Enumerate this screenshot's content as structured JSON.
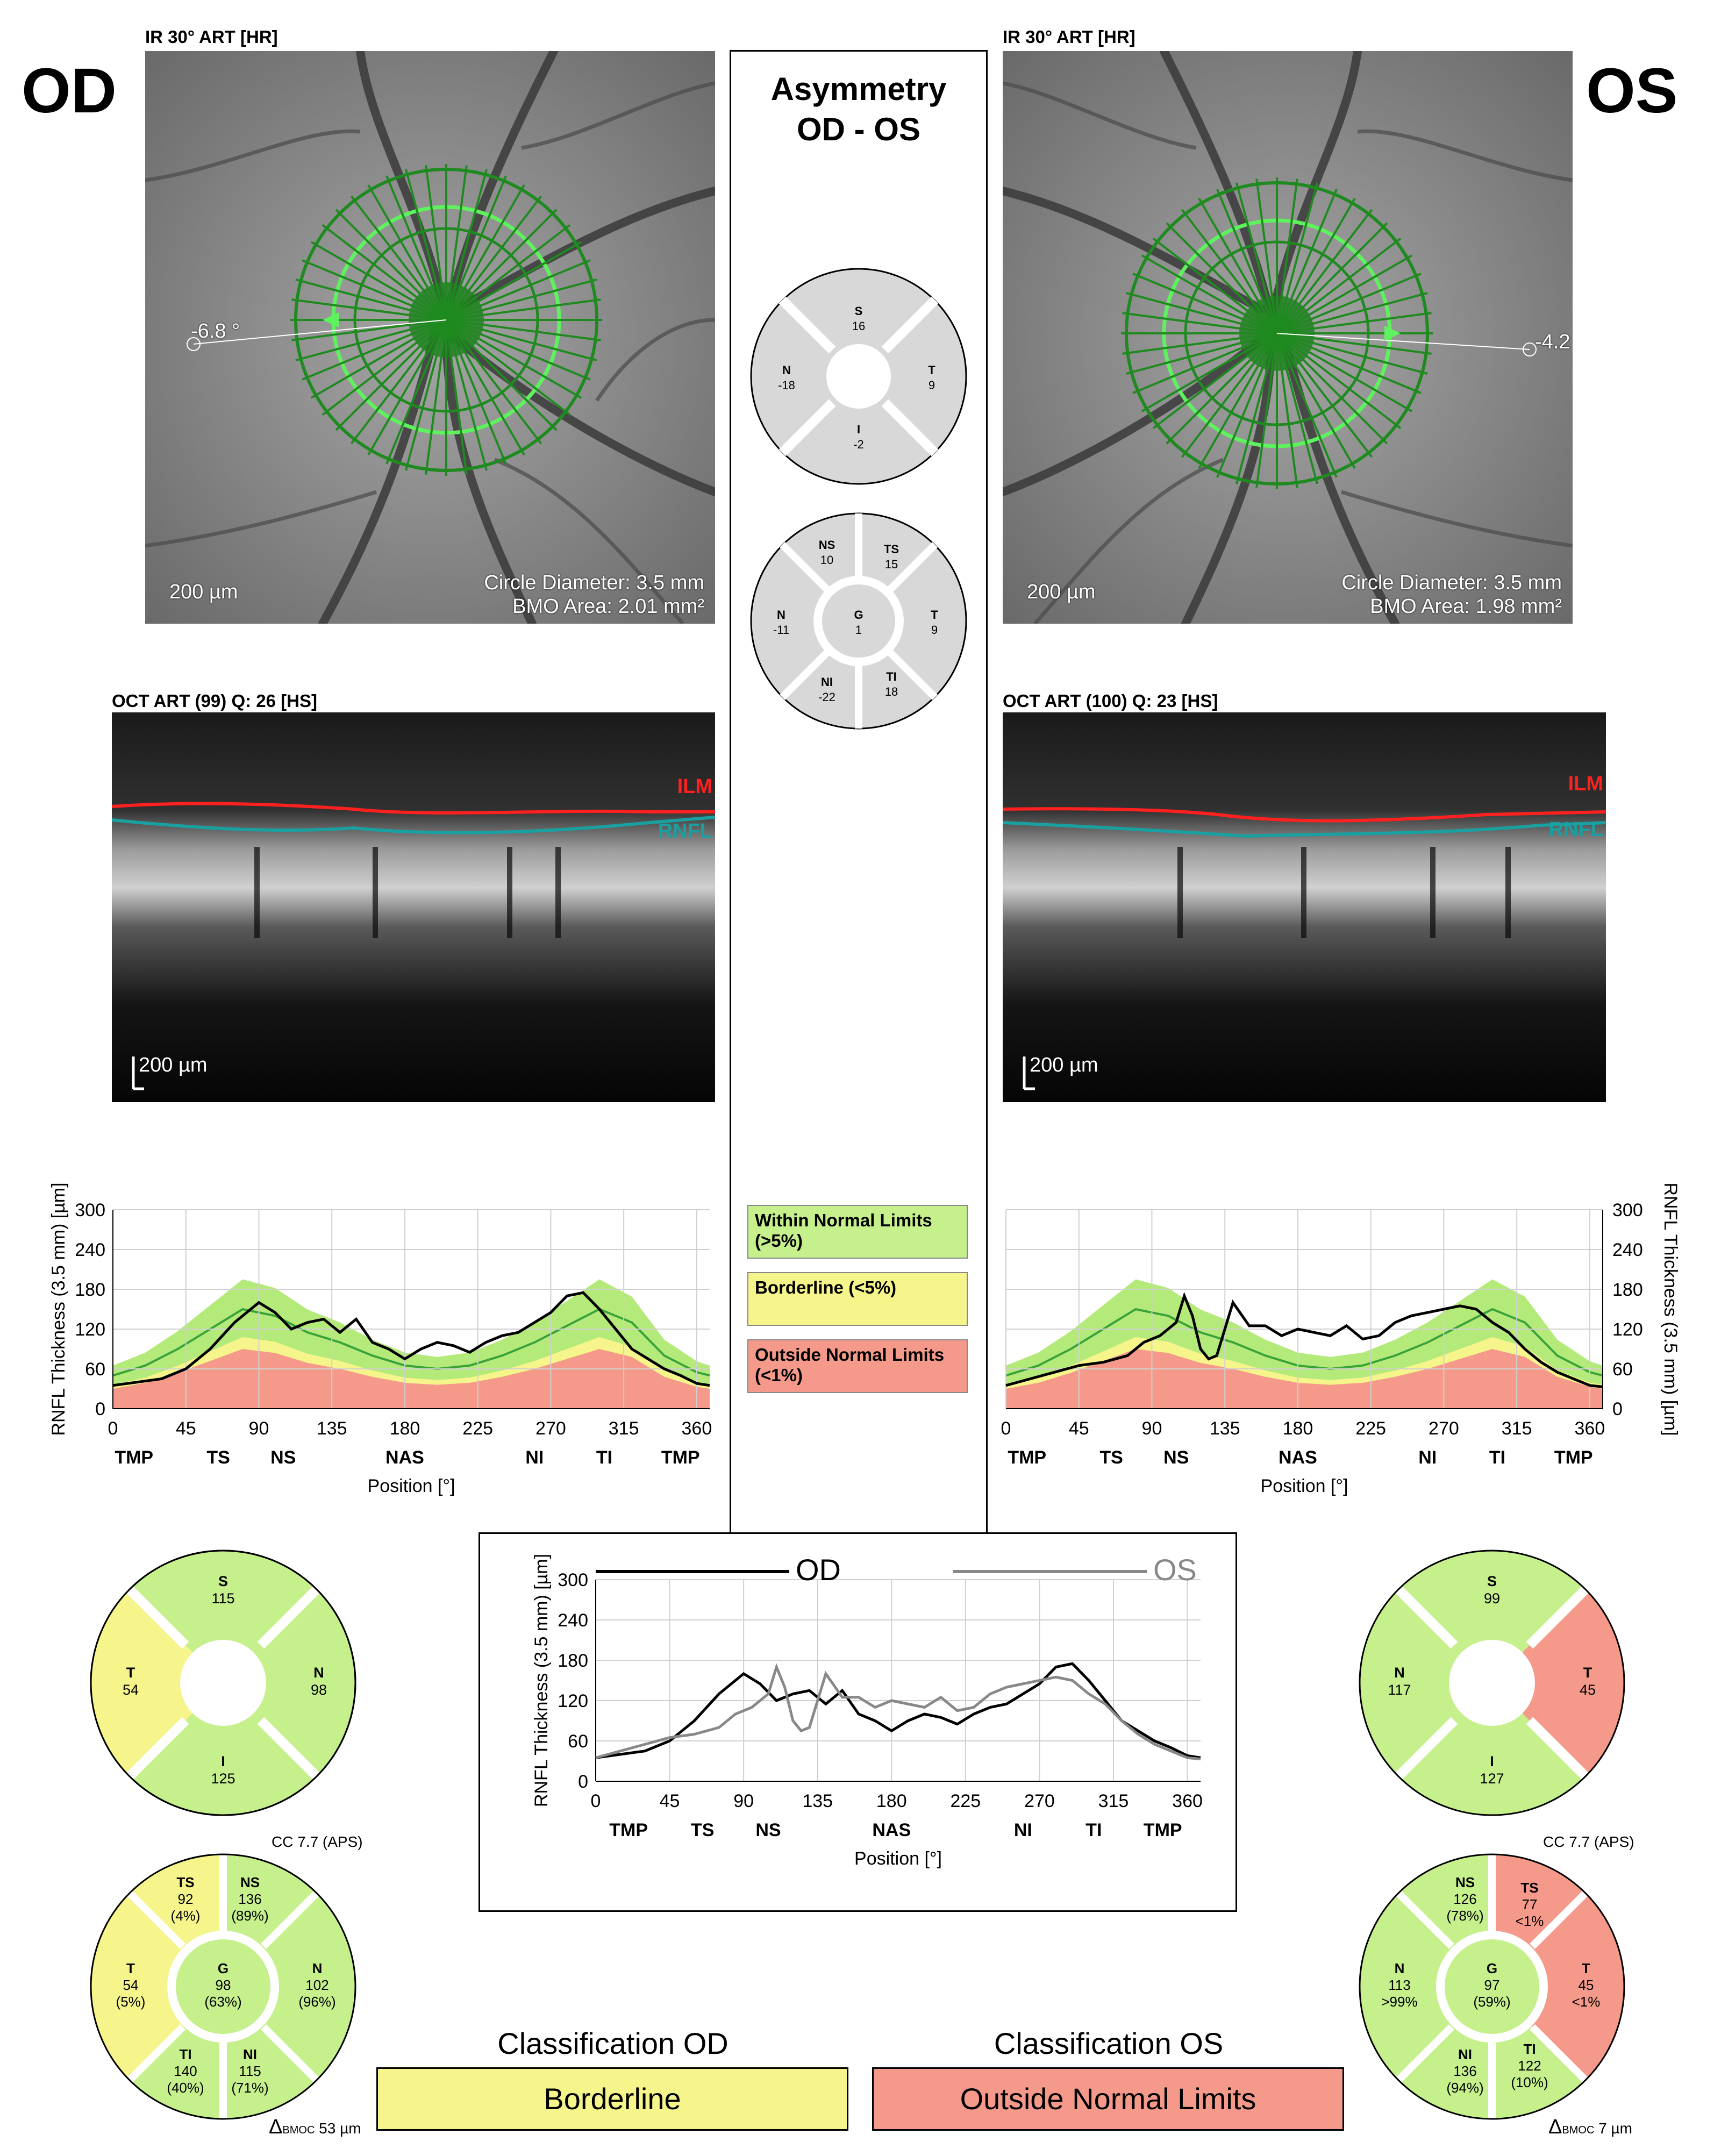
{
  "colors": {
    "wnl": "#c6f08c",
    "borderline": "#f5f58c",
    "onl": "#f59a8a",
    "normal_band": "#9be34c",
    "mean_line": "#3aa23a",
    "ilm": "#ff2020",
    "rnfl": "#1aa0a0",
    "os_line": "#888888"
  },
  "od": {
    "eye_label": "OD",
    "ir_caption": "IR 30° ART [HR]",
    "angle": "-6.8 °",
    "scale": "200 µm",
    "circle_diameter": "Circle Diameter: 3.5 mm",
    "bmo_area": "BMO Area: 2.01 mm²",
    "oct_caption": "OCT ART (99) Q: 26 [HS]",
    "oct_scale": "200 µm",
    "ilm": "ILM",
    "rnfl": "RNFL",
    "sectors4": {
      "S": {
        "code": "S",
        "val": "115"
      },
      "T": {
        "code": "T",
        "val": "54"
      },
      "N": {
        "code": "N",
        "val": "98"
      },
      "I": {
        "code": "I",
        "val": "125"
      }
    },
    "cc": "CC 7.7 (APS)",
    "sectors6": {
      "TS": {
        "code": "TS",
        "val": "92",
        "pct": "(4%)"
      },
      "NS": {
        "code": "NS",
        "val": "136",
        "pct": "(89%)"
      },
      "T": {
        "code": "T",
        "val": "54",
        "pct": "(5%)"
      },
      "G": {
        "code": "G",
        "val": "98",
        "pct": "(63%)"
      },
      "N": {
        "code": "N",
        "val": "102",
        "pct": "(96%)"
      },
      "TI": {
        "code": "TI",
        "val": "140",
        "pct": "(40%)"
      },
      "NI": {
        "code": "NI",
        "val": "115",
        "pct": "(71%)"
      }
    },
    "bmoc": "53 µm",
    "classification_title": "Classification OD",
    "classification": "Borderline"
  },
  "os": {
    "eye_label": "OS",
    "ir_caption": "IR 30° ART [HR]",
    "angle": "-4.2",
    "scale": "200 µm",
    "circle_diameter": "Circle Diameter: 3.5 mm",
    "bmo_area": "BMO Area: 1.98 mm²",
    "oct_caption": "OCT ART (100) Q: 23 [HS]",
    "oct_scale": "200 µm",
    "ilm": "ILM",
    "rnfl": "RNFL",
    "sectors4": {
      "S": {
        "code": "S",
        "val": "99"
      },
      "N": {
        "code": "N",
        "val": "117"
      },
      "T": {
        "code": "T",
        "val": "45"
      },
      "I": {
        "code": "I",
        "val": "127"
      }
    },
    "cc": "CC 7.7 (APS)",
    "sectors6": {
      "NS": {
        "code": "NS",
        "val": "126",
        "pct": "(78%)"
      },
      "TS": {
        "code": "TS",
        "val": "77",
        "pct": "<1%"
      },
      "N": {
        "code": "N",
        "val": "113",
        "pct": ">99%"
      },
      "G": {
        "code": "G",
        "val": "97",
        "pct": "(59%)"
      },
      "T": {
        "code": "T",
        "val": "45",
        "pct": "<1%"
      },
      "NI": {
        "code": "NI",
        "val": "136",
        "pct": "(94%)"
      },
      "TI": {
        "code": "TI",
        "val": "122",
        "pct": "(10%)"
      }
    },
    "bmoc": "7 µm",
    "classification_title": "Classification OS",
    "classification": "Outside Normal Limits"
  },
  "asymmetry": {
    "title_line1": "Asymmetry",
    "title_line2": "OD - OS",
    "sectors4": {
      "S": {
        "code": "S",
        "val": "16"
      },
      "N": {
        "code": "N",
        "val": "-18"
      },
      "T": {
        "code": "T",
        "val": "9"
      },
      "I": {
        "code": "I",
        "val": "-2"
      }
    },
    "sectors6": {
      "NS": {
        "code": "NS",
        "val": "10"
      },
      "TS": {
        "code": "TS",
        "val": "15"
      },
      "N": {
        "code": "N",
        "val": "-11"
      },
      "G": {
        "code": "G",
        "val": "1"
      },
      "T": {
        "code": "T",
        "val": "9"
      },
      "NI": {
        "code": "NI",
        "val": "-22"
      },
      "TI": {
        "code": "TI",
        "val": "18"
      }
    }
  },
  "legend": {
    "wnl": "Within Normal Limits (>5%)",
    "borderline": "Borderline (<5%)",
    "onl": "Outside Normal Limits (<1%)"
  },
  "bmoc_symbol": "Δ",
  "bmoc_sub": "BMOC",
  "chart_data": [
    {
      "id": "od_tsnit",
      "type": "line",
      "ylabel": "RNFL Thickness (3.5 mm) [µm]",
      "xlabel": "Position [°]",
      "x_ticks": [
        0,
        45,
        90,
        135,
        180,
        225,
        270,
        315,
        360
      ],
      "y_ticks": [
        0,
        60,
        120,
        180,
        240,
        300
      ],
      "xlim": [
        0,
        368
      ],
      "ylim": [
        0,
        300
      ],
      "sector_labels": [
        {
          "label": "TMP",
          "x": 13
        },
        {
          "label": "TS",
          "x": 65
        },
        {
          "label": "NS",
          "x": 105
        },
        {
          "label": "NAS",
          "x": 180
        },
        {
          "label": "NI",
          "x": 260
        },
        {
          "label": "TI",
          "x": 303
        },
        {
          "label": "TMP",
          "x": 350
        }
      ],
      "series": [
        {
          "x": [
            0,
            15,
            30,
            45,
            60,
            75,
            85,
            90,
            100,
            110,
            120,
            130,
            140,
            150,
            160,
            170,
            180,
            190,
            200,
            210,
            220,
            230,
            240,
            250,
            260,
            270,
            280,
            290,
            300,
            310,
            320,
            330,
            340,
            350,
            360,
            368
          ],
          "values": [
            35,
            40,
            45,
            60,
            90,
            130,
            150,
            160,
            145,
            120,
            130,
            135,
            115,
            135,
            100,
            90,
            75,
            90,
            100,
            95,
            85,
            100,
            110,
            115,
            130,
            145,
            170,
            175,
            150,
            120,
            90,
            75,
            60,
            50,
            38,
            35
          ]
        }
      ],
      "normal_mean": {
        "x": [
          0,
          20,
          40,
          60,
          80,
          100,
          120,
          140,
          160,
          180,
          200,
          220,
          240,
          260,
          280,
          300,
          320,
          340,
          360,
          368
        ],
        "values": [
          50,
          65,
          90,
          120,
          150,
          140,
          115,
          100,
          80,
          65,
          60,
          65,
          80,
          100,
          125,
          150,
          130,
          80,
          55,
          50
        ]
      }
    },
    {
      "id": "os_tsnit",
      "type": "line",
      "ylabel": "RNFL Thickness (3.5 mm) [µm]",
      "xlabel": "Position [°]",
      "x_ticks": [
        0,
        45,
        90,
        135,
        180,
        225,
        270,
        315,
        360
      ],
      "y_ticks": [
        0,
        60,
        120,
        180,
        240,
        300
      ],
      "xlim": [
        0,
        368
      ],
      "ylim": [
        0,
        300
      ],
      "sector_labels": [
        {
          "label": "TMP",
          "x": 13
        },
        {
          "label": "TS",
          "x": 65
        },
        {
          "label": "NS",
          "x": 105
        },
        {
          "label": "NAS",
          "x": 180
        },
        {
          "label": "NI",
          "x": 260
        },
        {
          "label": "TI",
          "x": 303
        },
        {
          "label": "TMP",
          "x": 350
        }
      ],
      "series": [
        {
          "x": [
            0,
            15,
            30,
            45,
            60,
            75,
            85,
            95,
            105,
            110,
            115,
            120,
            125,
            130,
            140,
            150,
            160,
            170,
            180,
            190,
            200,
            210,
            220,
            230,
            240,
            250,
            260,
            270,
            280,
            290,
            300,
            310,
            320,
            330,
            340,
            350,
            360,
            368
          ],
          "values": [
            35,
            45,
            55,
            65,
            70,
            80,
            100,
            110,
            130,
            170,
            140,
            90,
            75,
            80,
            160,
            125,
            125,
            110,
            120,
            115,
            110,
            125,
            105,
            110,
            130,
            140,
            145,
            150,
            155,
            150,
            130,
            115,
            90,
            70,
            55,
            45,
            35,
            33
          ]
        }
      ],
      "normal_mean": {
        "x": [
          0,
          20,
          40,
          60,
          80,
          100,
          120,
          140,
          160,
          180,
          200,
          220,
          240,
          260,
          280,
          300,
          320,
          340,
          360,
          368
        ],
        "values": [
          50,
          65,
          90,
          120,
          150,
          140,
          115,
          100,
          80,
          65,
          60,
          65,
          80,
          100,
          125,
          150,
          130,
          80,
          55,
          50
        ]
      }
    },
    {
      "id": "overlay_tsnit",
      "type": "line",
      "ylabel": "RNFL Thickness (3.5 mm) [µm]",
      "xlabel": "Position [°]",
      "x_ticks": [
        0,
        45,
        90,
        135,
        180,
        225,
        270,
        315,
        360
      ],
      "y_ticks": [
        0,
        60,
        120,
        180,
        240,
        300
      ],
      "xlim": [
        0,
        368
      ],
      "ylim": [
        0,
        300
      ],
      "sector_labels": [
        {
          "label": "TMP",
          "x": 20
        },
        {
          "label": "TS",
          "x": 65
        },
        {
          "label": "NS",
          "x": 105
        },
        {
          "label": "NAS",
          "x": 180
        },
        {
          "label": "NI",
          "x": 260
        },
        {
          "label": "TI",
          "x": 303
        },
        {
          "label": "TMP",
          "x": 345
        }
      ],
      "series": [
        {
          "name": "OD",
          "values": [
            35,
            40,
            45,
            60,
            90,
            130,
            150,
            160,
            145,
            120,
            130,
            135,
            115,
            135,
            100,
            90,
            75,
            90,
            100,
            95,
            85,
            100,
            110,
            115,
            130,
            145,
            170,
            175,
            150,
            120,
            90,
            75,
            60,
            50,
            38,
            35
          ],
          "x": [
            0,
            15,
            30,
            45,
            60,
            75,
            85,
            90,
            100,
            110,
            120,
            130,
            140,
            150,
            160,
            170,
            180,
            190,
            200,
            210,
            220,
            230,
            240,
            250,
            260,
            270,
            280,
            290,
            300,
            310,
            320,
            330,
            340,
            350,
            360,
            368
          ]
        },
        {
          "name": "OS",
          "values": [
            35,
            45,
            55,
            65,
            70,
            80,
            100,
            110,
            130,
            170,
            140,
            90,
            75,
            80,
            160,
            125,
            125,
            110,
            120,
            115,
            110,
            125,
            105,
            110,
            130,
            140,
            145,
            150,
            155,
            150,
            130,
            115,
            90,
            70,
            55,
            45,
            35,
            33
          ],
          "x": [
            0,
            15,
            30,
            45,
            60,
            75,
            85,
            95,
            105,
            110,
            115,
            120,
            125,
            130,
            140,
            150,
            160,
            170,
            180,
            190,
            200,
            210,
            220,
            230,
            240,
            250,
            260,
            270,
            280,
            290,
            300,
            310,
            320,
            330,
            340,
            350,
            360,
            368
          ]
        }
      ]
    }
  ]
}
